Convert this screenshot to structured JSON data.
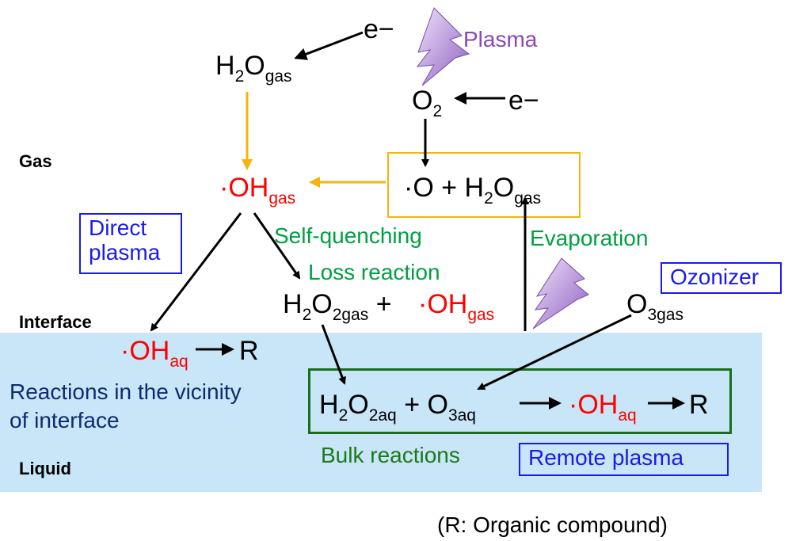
{
  "regions": {
    "gas": "Gas",
    "interface": "Interface",
    "liquid": "Liquid"
  },
  "species": {
    "electron_top": "e−",
    "electron_o2": "e−",
    "h2o_gas_top": {
      "main": "H",
      "sub1": "2",
      "mid": "O",
      "sub2": "gas"
    },
    "o2": {
      "main": "O",
      "sub": "2"
    },
    "oh_gas": {
      "main": "·OH",
      "sub": "gas"
    },
    "o_h2o": {
      "o": "·O  +  H",
      "sub1": "2",
      "mid": "O",
      "sub2": "gas"
    },
    "h2o2_gas": {
      "a": "H",
      "s1": "2",
      "b": "O",
      "s2": "2gas",
      "plus": " + "
    },
    "oh_gas_2": {
      "main": "·OH",
      "sub": "gas"
    },
    "o3_gas": {
      "main": "O",
      "sub": "3gas"
    },
    "oh_aq_left": {
      "main": "·OH",
      "sub": "aq",
      "r": "R"
    },
    "bulk": {
      "a": "H",
      "s1": "2",
      "b": "O",
      "s2": "2aq",
      "plus": " + O",
      "s3": "3aq",
      "oh": "·OH",
      "s4": "aq",
      "r": "R"
    }
  },
  "labels": {
    "plasma": "Plasma",
    "self_quenching": "Self-quenching",
    "loss_reaction": "Loss reaction",
    "evaporation": "Evaporation",
    "bulk_reactions": "Bulk reactions",
    "vicinity_line1": "Reactions in the vicinity",
    "vicinity_line2": "of interface",
    "footnote": "(R: Organic compound)"
  },
  "boxes": {
    "direct_plasma_line1": "Direct",
    "direct_plasma_line2": "plasma",
    "ozonizer": "Ozonizer",
    "remote_plasma": "Remote plasma"
  },
  "colors": {
    "radical": "#ff0000",
    "gas_arrow": "#f5b30e",
    "process_text": "#00a040",
    "box_blue": "#1a1aee",
    "liquid_bg": "#c8e6f8",
    "bulk_box": "#1a6e1a",
    "plasma_bolt": "#9b6fc4"
  },
  "icons": [
    "lightning-bolt-icon"
  ]
}
